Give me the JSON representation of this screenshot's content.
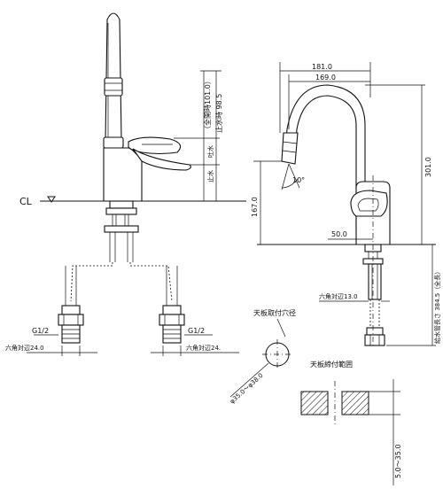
{
  "front_view": {
    "cl_label": "CL",
    "full_height_label": "（全開時101.0）",
    "stop_height_label": "止水時 98.5",
    "dim_label_water": "吐水",
    "dim_label_stop": "止水",
    "thread_left": "G1/2",
    "thread_right": "G1/2",
    "hex_left": "六角対辺24.0",
    "hex_right": "六角対辺24."
  },
  "side_view": {
    "width_outer": "181.0",
    "width_inner": "169.0",
    "height_total": "301.0",
    "height_spout": "167.0",
    "angle": "10°",
    "base_offset": "50.0",
    "hex_nut": "六角対辺13.0",
    "hose_length": "給水管長さ 384.5（全長）"
  },
  "hole_detail": {
    "title": "天板取付穴径",
    "diameter": "φ35.0～φ38.0"
  },
  "mount_detail": {
    "title": "天板締付範囲",
    "range": "5.0～35.0"
  }
}
